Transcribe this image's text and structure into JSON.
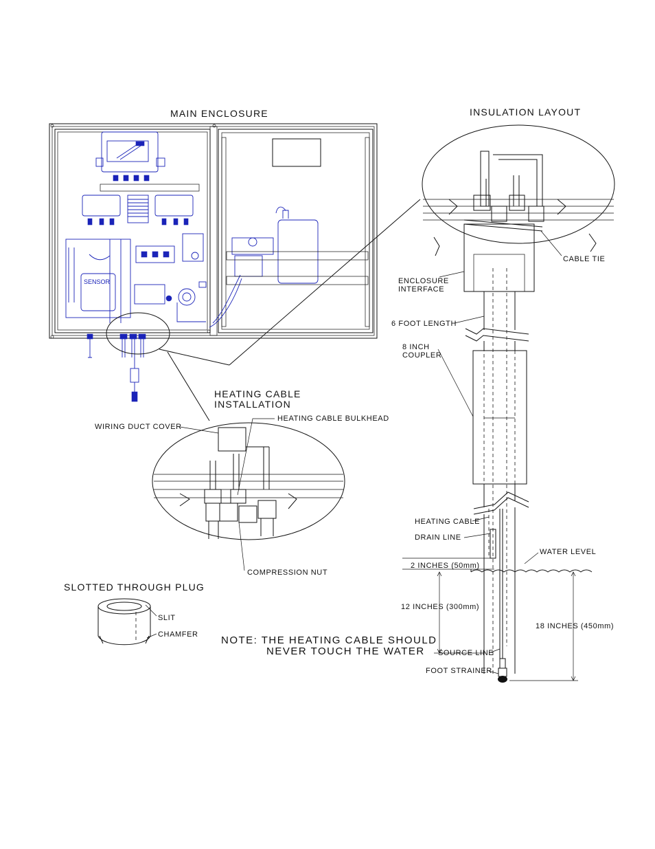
{
  "titles": {
    "main_enclosure": "MAIN ENCLOSURE",
    "insulation_layout": "INSULATION LAYOUT",
    "heating_cable_installation_1": "HEATING CABLE",
    "heating_cable_installation_2": "INSTALLATION",
    "slotted_through_plug": "SLOTTED THROUGH PLUG"
  },
  "enclosure": {
    "sensor_label": "SENSOR"
  },
  "heating_cable_labels": {
    "wiring_duct_cover": "WIRING DUCT COVER",
    "heating_cable_bulkhead": "HEATING CABLE BULKHEAD",
    "compression_nut": "COMPRESSION NUT"
  },
  "plug_labels": {
    "slit": "SLIT",
    "chamfer": "CHAMFER"
  },
  "insulation_labels": {
    "cable_tie": "CABLE TIE",
    "enclosure_interface_1": "ENCLOSURE",
    "enclosure_interface_2": "INTERFACE",
    "six_foot_length": "6 FOOT LENGTH",
    "coupler_1": "8 INCH",
    "coupler_2": "COUPLER",
    "heating_cable": "HEATING CABLE",
    "drain_line": "DRAIN LINE",
    "water_level": "WATER LEVEL",
    "two_inches": "2 INCHES (50mm)",
    "twelve_inches": "12 INCHES (300mm)",
    "eighteen_inches": "18 INCHES (450mm)",
    "source_line": "SOURCE LINE",
    "foot_strainer": "FOOT STRAINER"
  },
  "note": {
    "line1": "NOTE: THE HEATING CABLE SHOULD",
    "line2": "NEVER TOUCH THE WATER"
  }
}
